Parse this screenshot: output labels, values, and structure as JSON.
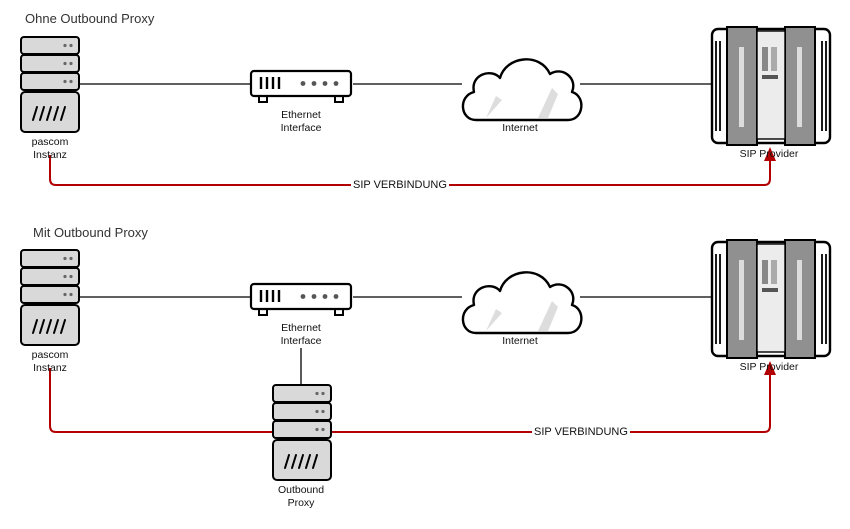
{
  "diagram": {
    "top": {
      "title": "Ohne Outbound Proxy",
      "server_label_1": "pascom",
      "server_label_2": "Instanz",
      "router_label_1": "Ethernet",
      "router_label_2": "Interface",
      "cloud_label": "Internet",
      "provider_label": "SIP Provider",
      "connection_label": "SIP VERBINDUNG"
    },
    "bottom": {
      "title": "Mit Outbound Proxy",
      "server_label_1": "pascom",
      "server_label_2": "Instanz",
      "router_label_1": "Ethernet",
      "router_label_2": "Interface",
      "cloud_label": "Internet",
      "provider_label": "SIP Provider",
      "proxy_label_1": "Outbound",
      "proxy_label_2": "Proxy",
      "connection_label": "SIP VERBINDUNG"
    },
    "colors": {
      "line": "#000000",
      "connection": "#b20000",
      "device_fill": "#d7d7d7",
      "device_stroke": "#000000"
    }
  }
}
